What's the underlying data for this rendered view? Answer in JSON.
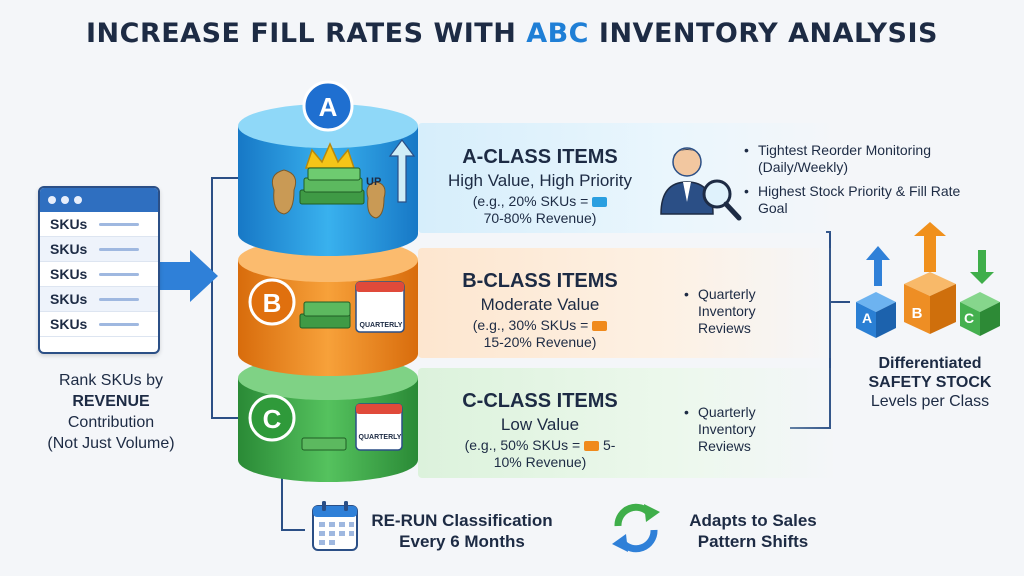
{
  "title": {
    "pre": "INCREASE FILL RATES WITH ",
    "accent": "ABC",
    "post": " INVENTORY ANALYSIS"
  },
  "sku_panel": {
    "rows": [
      "SKUs",
      "SKUs",
      "SKUs",
      "SKUs",
      "SKUs"
    ],
    "caption_line1": "Rank SKUs by",
    "caption_line2": "REVENUE",
    "caption_line3": "Contribution",
    "caption_line4": "(Not Just Volume)"
  },
  "classes": {
    "a": {
      "letter": "A",
      "head": "A-CLASS ITEMS",
      "sub": "High Value, High Priority",
      "eg_line1": "(e.g., 20% SKUs =",
      "eg_line2": "70-80% Revenue)",
      "up_label": "UP",
      "bullet1": "Tightest Reorder Monitoring (Daily/Weekly)",
      "bullet2": "Highest Stock Priority & Fill Rate Goal"
    },
    "b": {
      "letter": "B",
      "head": "B-CLASS ITEMS",
      "sub": "Moderate Value",
      "eg_line1": "(e.g., 30% SKUs =",
      "eg_line2": "15-20% Revenue)",
      "calendar_label": "QUARTERLY",
      "bullet": "Quarterly Inventory Reviews"
    },
    "c": {
      "letter": "C",
      "head": "C-CLASS ITEMS",
      "sub": "Low Value",
      "eg_line1": "(e.g., 50% SKUs =",
      "eg_line1_end": "5-",
      "eg_line2": "10% Revenue)",
      "calendar_label": "QUARTERLY",
      "bullet": "Quarterly Inventory Reviews"
    }
  },
  "safety_stock": {
    "box_a": "A",
    "box_b": "B",
    "box_c": "C",
    "line1": "Differentiated",
    "line2": "SAFETY STOCK",
    "line3": "Levels per Class"
  },
  "bottom": {
    "rerun_line1": "RE-RUN Classification",
    "rerun_line2": "Every 6 Months",
    "adapt_line1": "Adapts to Sales",
    "adapt_line2": "Pattern Shifts"
  },
  "colors": {
    "navy": "#1d2b44",
    "blue_accent": "#1f7fd6",
    "class_a": "#2a9fe0",
    "class_b": "#f08a1c",
    "class_c": "#3fae4a"
  },
  "icons": [
    "calendar-icon",
    "refresh-icon",
    "money-icon",
    "crown-icon",
    "analyst-icon",
    "magnifier-icon",
    "box-icon",
    "arrow-icon"
  ]
}
